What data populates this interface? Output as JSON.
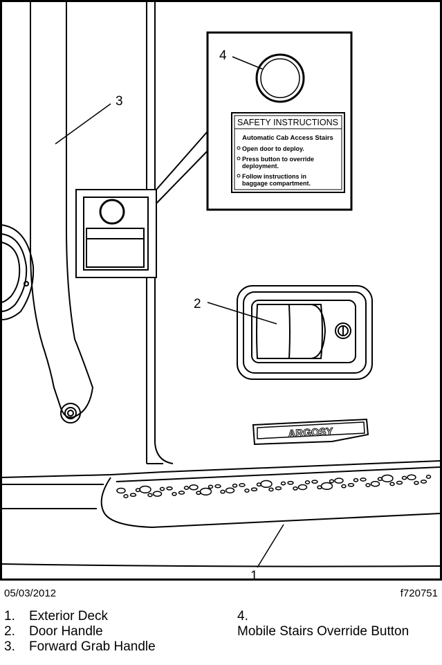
{
  "figure": {
    "callouts": [
      "1",
      "2",
      "3",
      "4"
    ],
    "decal": {
      "title": "SAFETY INSTRUCTIONS",
      "subtitle": "Automatic Cab Access Stairs",
      "line1": "Open door to deploy.",
      "line2a": "Press button to override",
      "line2b": "deployment.",
      "line3a": "Follow instructions in",
      "line3b": "baggage compartment."
    },
    "badge": "ARGOSY"
  },
  "footer": {
    "date": "05/03/2012",
    "figure_id": "f720751"
  },
  "legend": {
    "items": [
      {
        "num": "1.",
        "label": "Exterior Deck"
      },
      {
        "num": "2.",
        "label": "Door Handle"
      },
      {
        "num": "3.",
        "label": "Forward Grab Handle"
      },
      {
        "num": "4.",
        "label": "Mobile Stairs Override Button"
      }
    ]
  }
}
